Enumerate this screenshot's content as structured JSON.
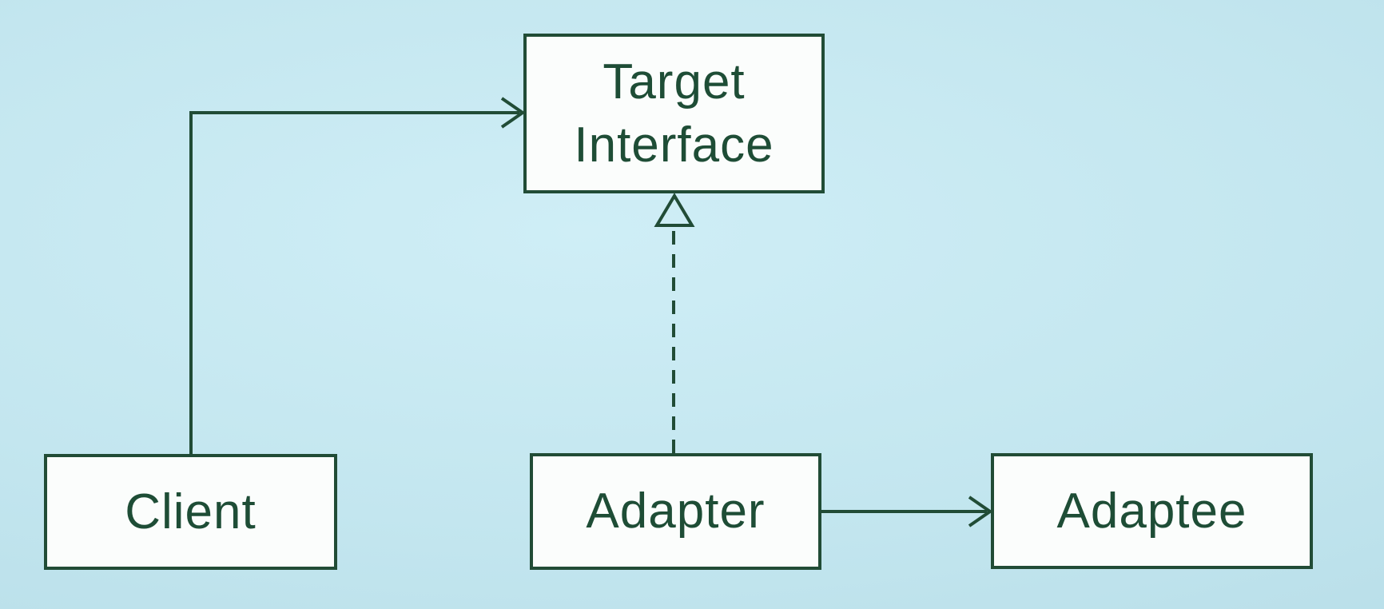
{
  "diagram": {
    "kind": "uml-class-diagram",
    "colors": {
      "background": "#c3e6ef",
      "line_and_border": "#214c36",
      "node_fill": "#fbfdfc",
      "text": "#1e4d36"
    },
    "nodes": {
      "target_interface": {
        "label": "Target Interface",
        "line1": "Target",
        "line2": "Interface"
      },
      "client": {
        "label": "Client"
      },
      "adapter": {
        "label": "Adapter"
      },
      "adaptee": {
        "label": "Adaptee"
      }
    },
    "edges": [
      {
        "from": "Client",
        "to": "Target Interface",
        "style": "solid",
        "arrowhead": "open-arrow"
      },
      {
        "from": "Adapter",
        "to": "Target Interface",
        "style": "dashed",
        "arrowhead": "hollow-triangle"
      },
      {
        "from": "Adapter",
        "to": "Adaptee",
        "style": "solid",
        "arrowhead": "open-arrow"
      }
    ]
  }
}
